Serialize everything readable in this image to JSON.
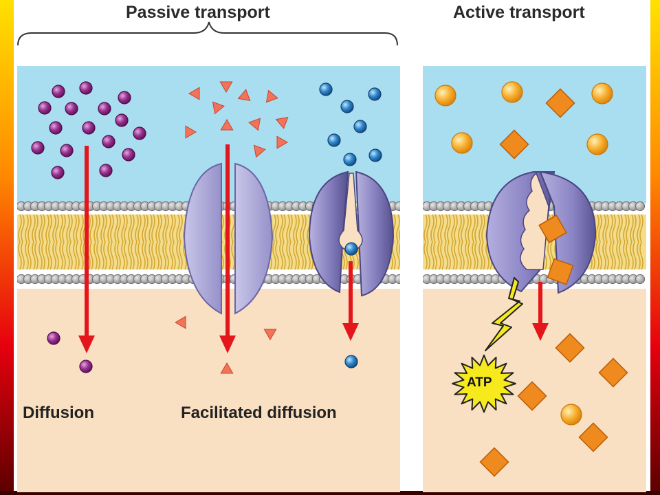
{
  "headings": {
    "passive": "Passive transport",
    "active": "Active transport"
  },
  "labels": {
    "diffusion": "Diffusion",
    "facilitated": "Facilitated diffusion",
    "atp": "ATP"
  },
  "colors": {
    "extracellular": "#a9def0",
    "cytoplasm": "#fae0c2",
    "lipid_head": "#a9a9a9",
    "lipid_tail": "#e7c457",
    "arrow": "#e3161b",
    "diffusion_molecule": "#85207f",
    "facilitated_triangle": "#f0735a",
    "channel_sphere": "#2f87cd",
    "active_sphere": "#f4a520",
    "active_cube": "#ef8a1e",
    "protein": "#a7a3d6",
    "atp_burst": "#f6ea1d",
    "frame_gradient": [
      "#ffe100",
      "#ff8a00",
      "#e6000e",
      "#5a0000"
    ]
  }
}
